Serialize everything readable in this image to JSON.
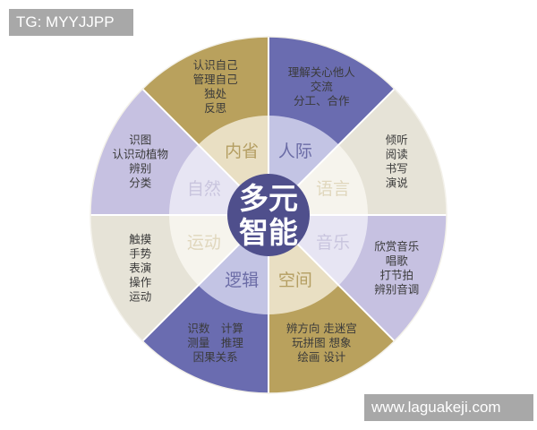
{
  "watermarks": {
    "top": "TG: MYYJJPP",
    "bottom": "www.laguakeji.com"
  },
  "center": {
    "line1": "多元",
    "line2": "智能",
    "color": "#4f4f8c"
  },
  "colors": {
    "dark_blue": "#6a6cb0",
    "dark_blue_inner": "#c3c4e4",
    "cream": "#e6e3d7",
    "cream_inner": "#f6f4ed",
    "lavender": "#c6c1e1",
    "lavender_inner": "#e7e5f3",
    "gold": "#b9a15d",
    "gold_inner": "#e9dfc3",
    "divider": "#ffffff"
  },
  "segments": [
    {
      "name": "人际",
      "start_deg": 0,
      "end_deg": 45,
      "outer_color": "#6a6cb0",
      "inner_color": "#c3c4e4",
      "label_color": "#6b6ca6",
      "items": [
        "理解关心他人",
        "交流",
        "分工、合作"
      ]
    },
    {
      "name": "语言",
      "start_deg": 45,
      "end_deg": 90,
      "outer_color": "#e6e3d7",
      "inner_color": "#f6f4ed",
      "label_color": "#e0d7bd",
      "items": [
        "倾听",
        "阅读",
        "书写",
        "演说"
      ]
    },
    {
      "name": "音乐",
      "start_deg": 90,
      "end_deg": 135,
      "outer_color": "#c6c1e1",
      "inner_color": "#e7e5f3",
      "label_color": "#c9c5de",
      "items": [
        "欣赏音乐",
        "唱歌",
        "打节拍",
        "辨别音调"
      ]
    },
    {
      "name": "空间",
      "start_deg": 135,
      "end_deg": 180,
      "outer_color": "#b9a15d",
      "inner_color": "#e9dfc3",
      "label_color": "#b49e62",
      "items": [
        "辨方向 走迷宫",
        "玩拼图 想象",
        "绘画 设计"
      ]
    },
    {
      "name": "逻辑",
      "start_deg": 180,
      "end_deg": 225,
      "outer_color": "#6a6cb0",
      "inner_color": "#c3c4e4",
      "label_color": "#6b6ca6",
      "items": [
        "识数　计算",
        "测量　推理",
        "因果关系"
      ]
    },
    {
      "name": "运动",
      "start_deg": 225,
      "end_deg": 270,
      "outer_color": "#e6e3d7",
      "inner_color": "#f6f4ed",
      "label_color": "#e0d7bd",
      "items": [
        "触摸",
        "手势",
        "表演",
        "操作",
        "运动"
      ]
    },
    {
      "name": "自然",
      "start_deg": 270,
      "end_deg": 315,
      "outer_color": "#c6c1e1",
      "inner_color": "#e7e5f3",
      "label_color": "#c9c5de",
      "items": [
        "识图",
        "认识动植物",
        "辨别",
        "分类"
      ]
    },
    {
      "name": "内省",
      "start_deg": 315,
      "end_deg": 360,
      "outer_color": "#b9a15d",
      "inner_color": "#e9dfc3",
      "label_color": "#b49e62",
      "items": [
        "认识自己",
        "管理自己",
        "独处",
        "反思"
      ]
    }
  ]
}
